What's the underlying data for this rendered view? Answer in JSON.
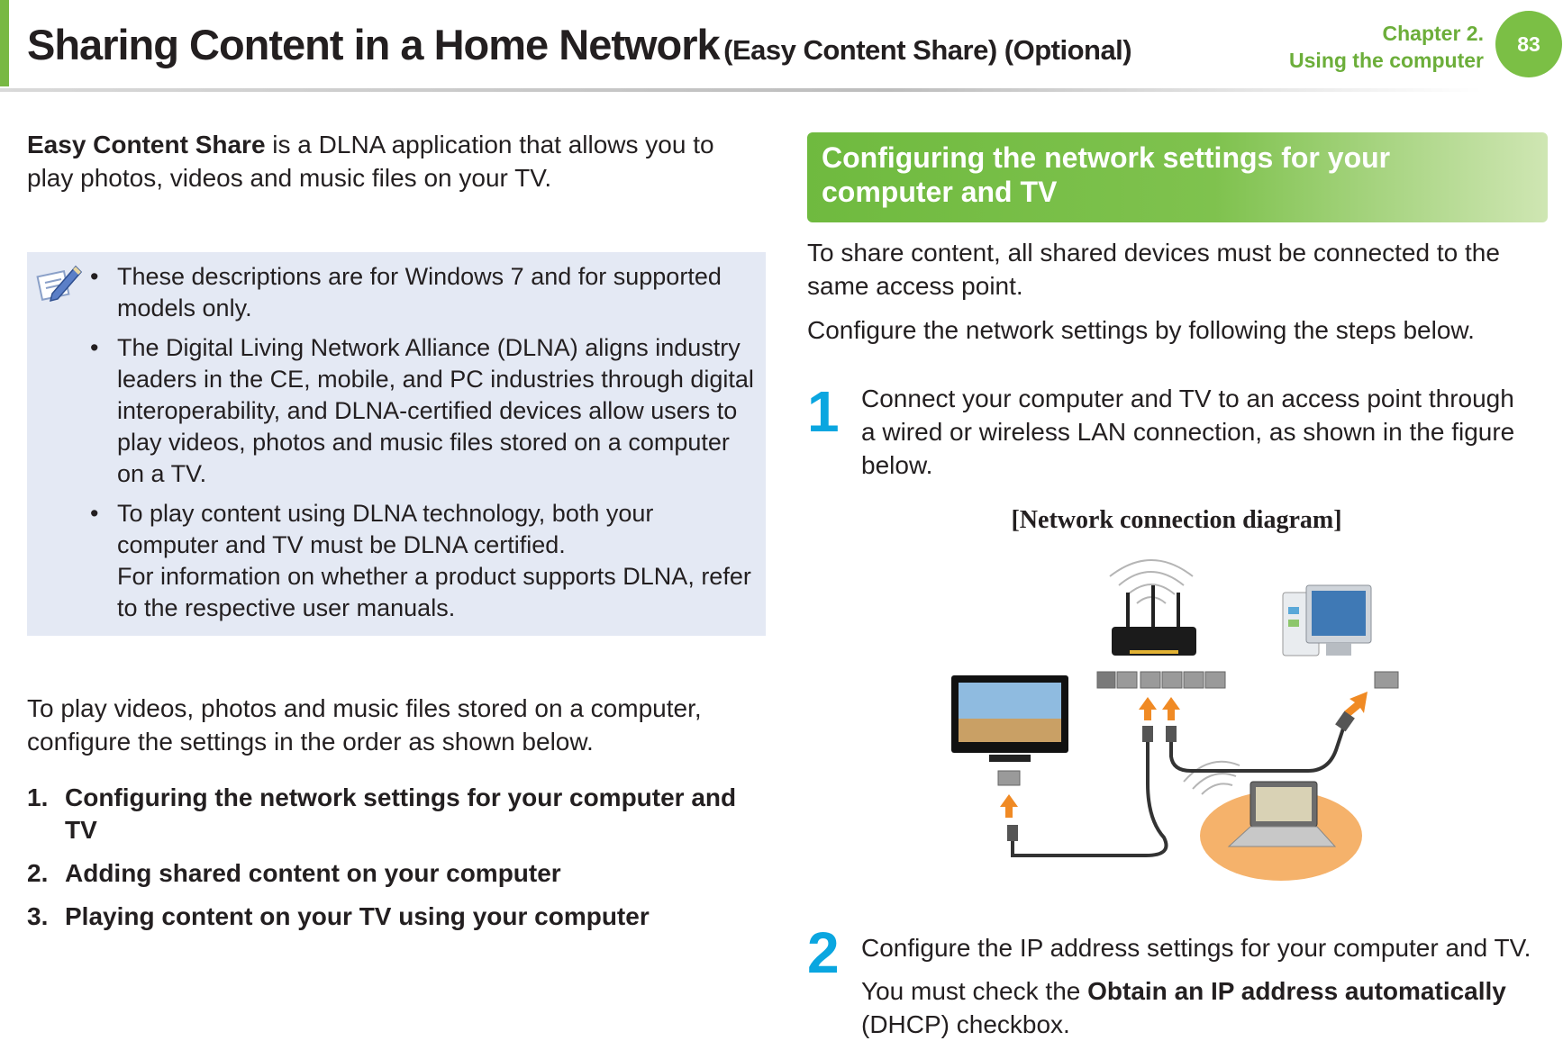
{
  "header": {
    "title_main": "Sharing Content in a Home Network",
    "title_suffix": "(Easy Content Share) (Optional)",
    "chapter_label": "Chapter 2.",
    "chapter_title": "Using the computer",
    "page_number": "83"
  },
  "intro": {
    "app_name": "Easy Content Share",
    "text": " is a DLNA application that allows you to play photos, videos and music files on your TV."
  },
  "note": {
    "icon": "pencil-note-icon",
    "bullet": "•",
    "items": [
      "These descriptions are for Windows 7 and for supported models only.",
      "The Digital Living Network Alliance (DLNA) aligns industry leaders in the CE, mobile, and PC industries through digital interoperability, and DLNA-certified devices allow users to play videos, photos and music files stored on a computer on a TV.",
      "To play content using DLNA technology, both your computer and TV must be DLNA certified."
    ],
    "item3_extra": "For information on whether a product supports DLNA, refer to the respective user manuals."
  },
  "play_text": "To play videos, photos and music files stored on a computer, configure the settings in the order as shown below.",
  "steps_overview": [
    {
      "num": "1.",
      "label": "Configuring the network settings for your computer and TV"
    },
    {
      "num": "2.",
      "label": "Adding shared content on your computer"
    },
    {
      "num": "3.",
      "label": "Playing content on your TV using your computer"
    }
  ],
  "section": {
    "title": "Configuring the network settings for your computer and TV",
    "para1": "To share content, all shared devices must be connected to the same access point.",
    "para2": "Configure the network settings by following the steps below."
  },
  "step1": {
    "num": "1",
    "text": "Connect your computer and TV to an access point through a wired or wireless LAN connection, as shown in the figure below.",
    "diagram_caption": "[Network connection diagram]"
  },
  "step2": {
    "num": "2",
    "text": "Configure the IP address settings for your computer and TV.",
    "sub_prefix": "You must check the ",
    "sub_bold": "Obtain an IP address automatically",
    "sub_suffix": " (DHCP) checkbox."
  },
  "colors": {
    "accent_green": "#78b843",
    "step_blue": "#0aa6e0",
    "note_bg": "#e4e9f4"
  }
}
